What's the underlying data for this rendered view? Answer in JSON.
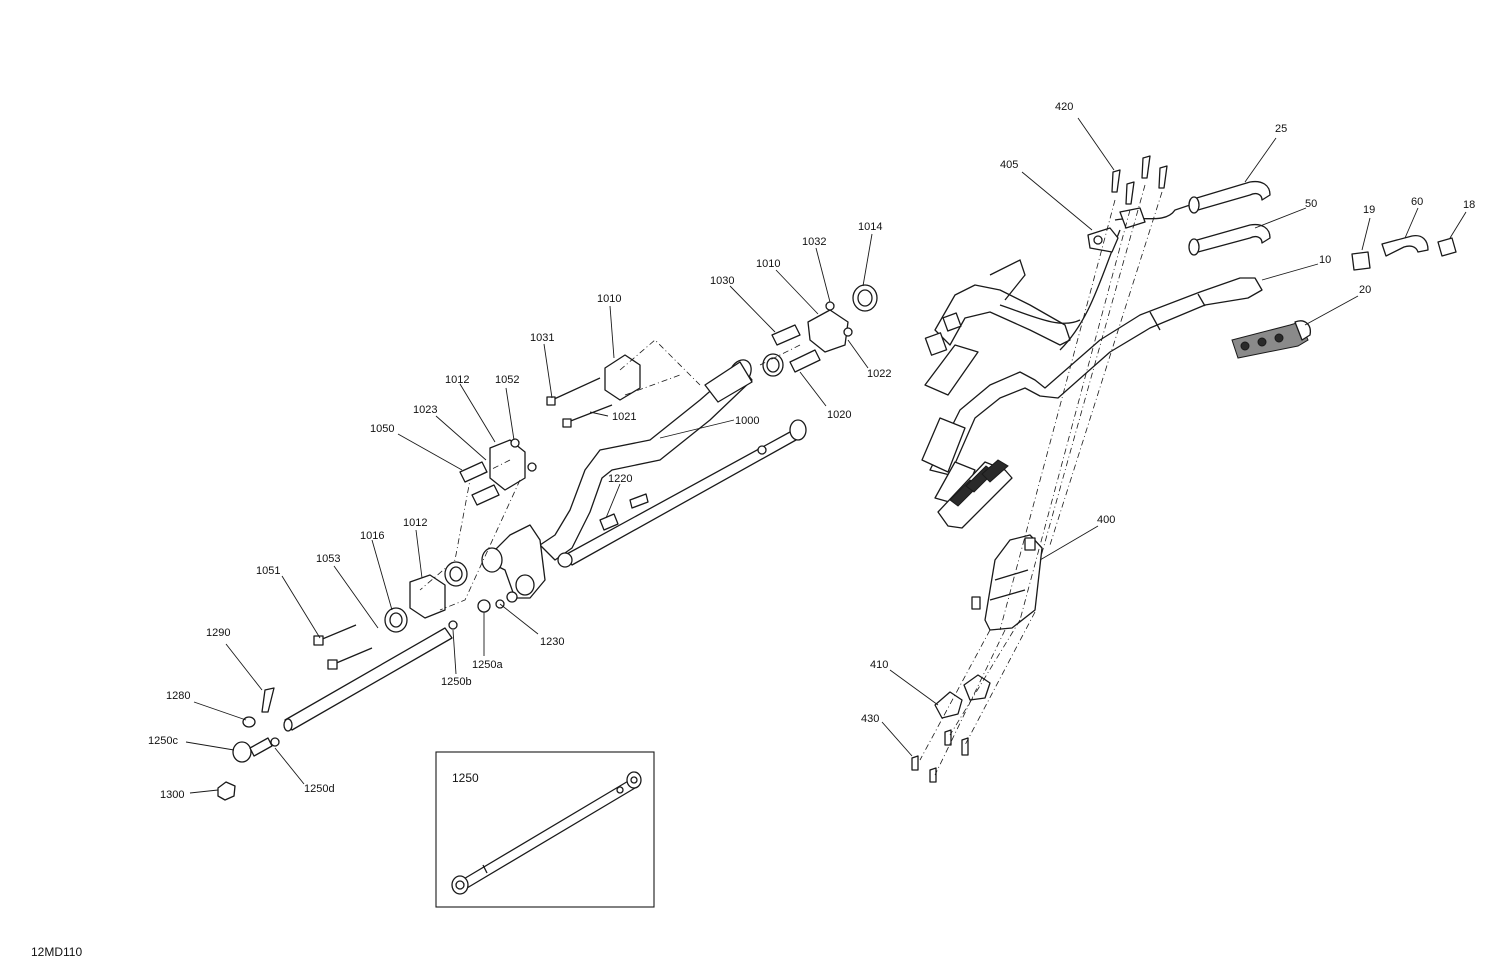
{
  "diagram_code": "12MD110",
  "inset_label": "1250",
  "callouts": {
    "c420": "420",
    "c405": "405",
    "c25": "25",
    "c50": "50",
    "c19": "19",
    "c60": "60",
    "c18": "18",
    "c10": "10",
    "c20": "20",
    "c1014": "1014",
    "c1032": "1032",
    "c1010a": "1010",
    "c1030": "1030",
    "c1010b": "1010",
    "c1022": "1022",
    "c1020": "1020",
    "c1031": "1031",
    "c1021": "1021",
    "c1000": "1000",
    "c1012a": "1012",
    "c1052": "1052",
    "c1023": "1023",
    "c1050": "1050",
    "c1220": "1220",
    "c1016": "1016",
    "c1012b": "1012",
    "c1051": "1051",
    "c1053": "1053",
    "c1230": "1230",
    "c1250a": "1250a",
    "c1250b": "1250b",
    "c1290": "1290",
    "c1280": "1280",
    "c1250c": "1250c",
    "c1250d": "1250d",
    "c1300": "1300",
    "c400": "400",
    "c410": "410",
    "c430": "430"
  }
}
